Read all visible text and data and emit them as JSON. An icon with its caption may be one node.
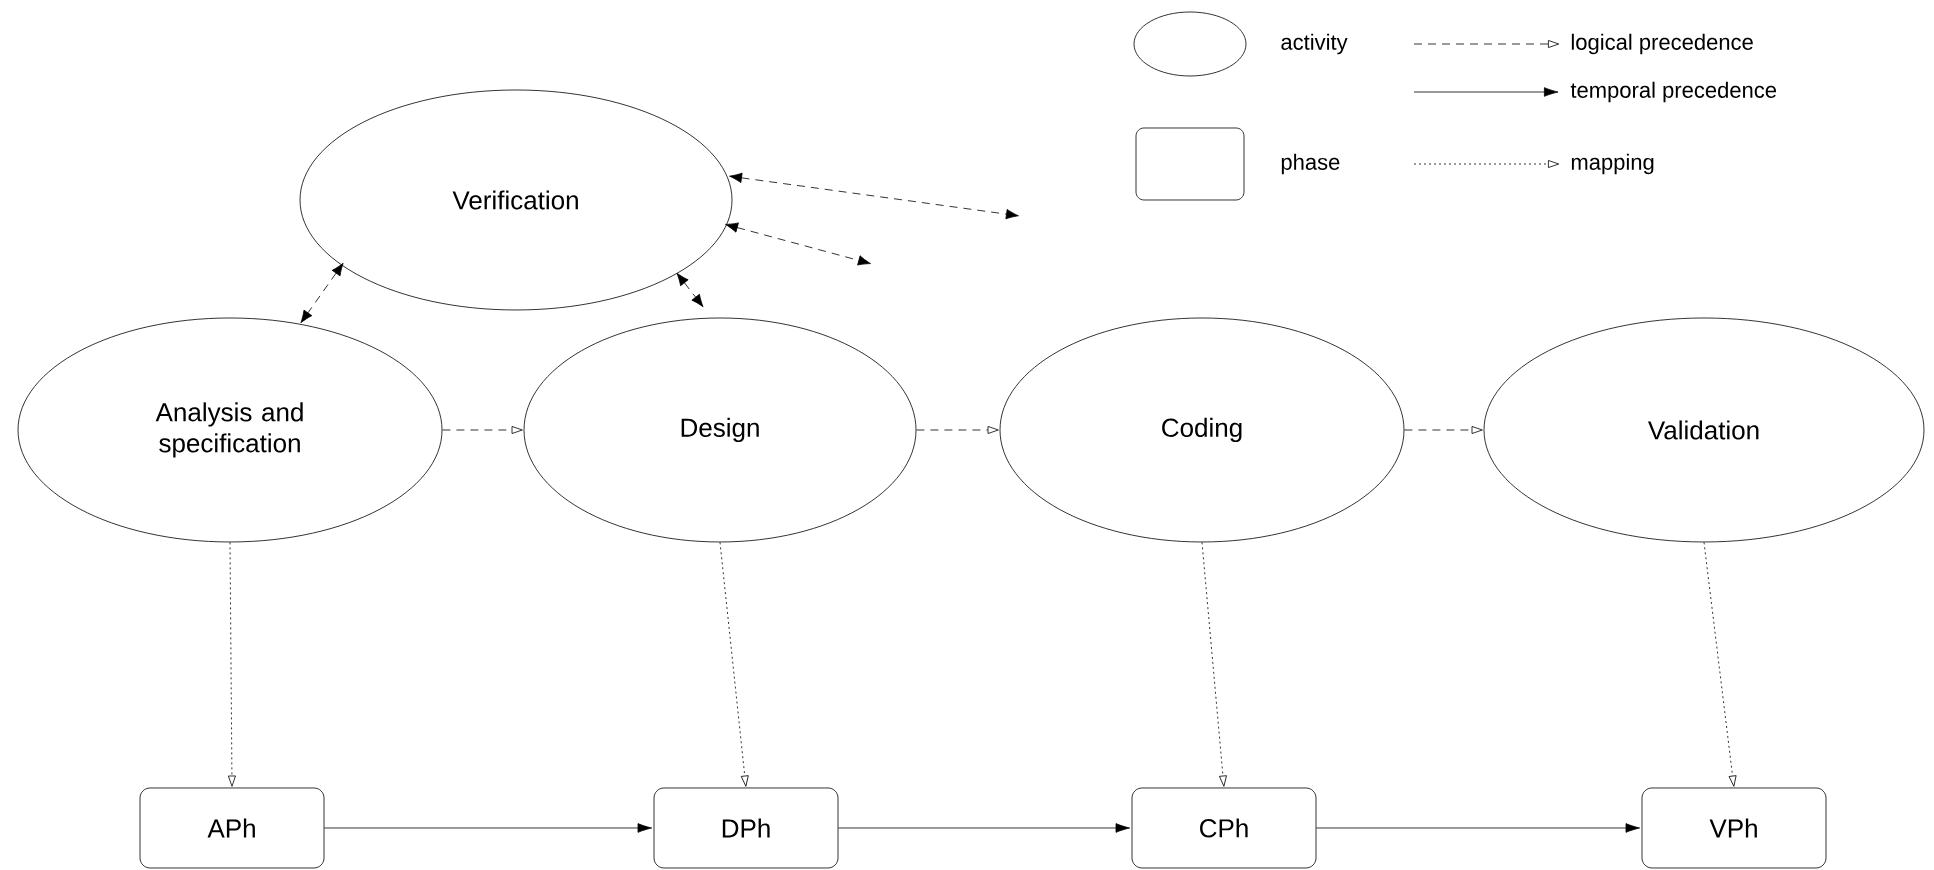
{
  "diagram": {
    "nodes": [
      {
        "text": [
          "Verification"
        ]
      },
      {
        "text": [
          "Analysis and specification"
        ]
      },
      {
        "text": [
          "Design"
        ]
      },
      {
        "text": [
          "Coding"
        ]
      },
      {
        "text": [
          "Validation"
        ]
      },
      {
        "text": [
          "APh"
        ]
      },
      {
        "text": [
          "DPh"
        ]
      },
      {
        "text": [
          "CPh"
        ]
      },
      {
        "text": [
          "VPh"
        ]
      }
    ],
    "edges": [
      {
        "from": 1,
        "to": 2,
        "arrow": "to",
        "style": "dashed"
      },
      {
        "from": 2,
        "to": 3,
        "arrow": "to",
        "style": "dashed"
      },
      {
        "from": 3,
        "to": 4,
        "arrow": "to",
        "style": "dashed"
      },
      {
        "from": 1,
        "to": 5,
        "arrow": "to",
        "style": "dashed"
      },
      {
        "from": 2,
        "to": 6,
        "arrow": "to",
        "style": "dashed"
      },
      {
        "from": 3,
        "to": 7,
        "arrow": "to",
        "style": "dashed"
      },
      {
        "from": 4,
        "to": 8,
        "arrow": "to",
        "style": "dashed"
      },
      {
        "from": 5,
        "to": 6,
        "arrow": "to"
      },
      {
        "from": 6,
        "to": 7,
        "arrow": "to"
      },
      {
        "from": 7,
        "to": 8,
        "arrow": "to"
      },
      {
        "from": 0,
        "to": 1,
        "arrow": "both",
        "style": "dashed"
      },
      {
        "from": 0,
        "to": 2,
        "arrow": "both",
        "style": "dashed"
      },
      {
        "from": 0,
        "to": null,
        "arrow": "both",
        "style": "dashed"
      },
      {
        "from": 0,
        "to": null,
        "arrow": "both",
        "style": "dashed"
      }
    ],
    "legend": [
      {
        "text": "activity"
      },
      {
        "text": "logical precedence"
      },
      {
        "text": "temporal precedence"
      },
      {
        "text": "phase"
      },
      {
        "text": "mapping"
      }
    ]
  }
}
